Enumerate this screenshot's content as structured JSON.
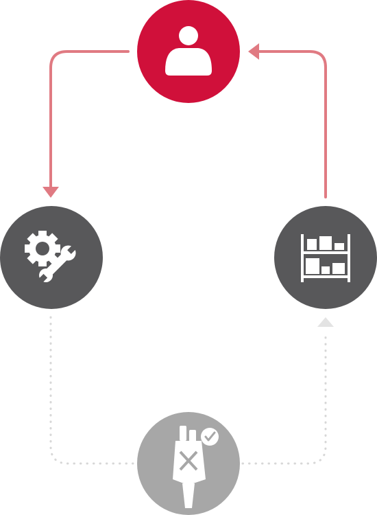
{
  "colors": {
    "primary": "#d0103a",
    "primary_arrow": "#e07a82",
    "dark_node": "#58585a",
    "light_node": "#a7a7a7",
    "dotted": "#d7d7d7",
    "dotted_arrow": "#e3e3e3",
    "icon": "#ffffff"
  },
  "nodes": [
    {
      "id": "user",
      "icon": "user-icon"
    },
    {
      "id": "service",
      "icon": "gear-wrench-icon"
    },
    {
      "id": "warehouse",
      "icon": "warehouse-shelf-icon"
    },
    {
      "id": "tool",
      "icon": "power-tool-check-icon"
    }
  ],
  "connections": [
    {
      "from": "user",
      "to": "service",
      "style": "solid"
    },
    {
      "from": "warehouse",
      "to": "user",
      "style": "solid"
    },
    {
      "from": "service",
      "to": "tool",
      "style": "dotted"
    },
    {
      "from": "tool",
      "to": "warehouse",
      "style": "dotted"
    }
  ]
}
